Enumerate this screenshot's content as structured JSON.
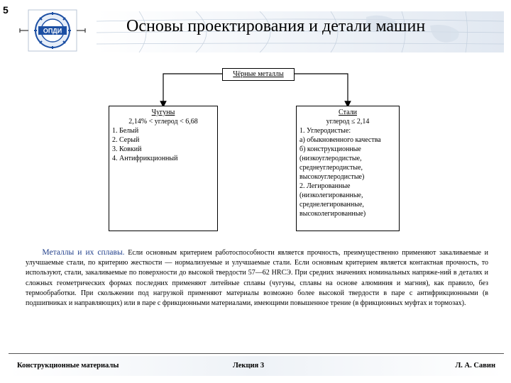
{
  "slide_number": "5",
  "logo": {
    "text": "ОПДИ"
  },
  "title": "Основы проектирования и детали машин",
  "diagram": {
    "root": "Чёрные металлы",
    "left": {
      "title": "Чугуны",
      "condition": "2,14% < углерод < 6,68",
      "items": [
        "1. Белый",
        "2. Серый",
        "3. Ковкий",
        "4. Антифрикционный"
      ]
    },
    "right": {
      "title": "Стали",
      "condition": "углерод ≤ 2,14",
      "lines": [
        "1. Углеродистые:",
        "а) обыкновенного качества",
        "б) конструкционные",
        "(низкоуглеродистые,",
        "среднеуглеродистые,",
        "высокоуглеродистые)",
        "2. Легированные",
        "(низколегированные,",
        "среднелегированные,",
        "высоколегированные)"
      ]
    }
  },
  "paragraph": {
    "lead": "Металлы и их сплавы.",
    "body": " Если основным критерием работоспособности является прочность, преимущественно применяют закаливаемые и улучшаемые стали, по критерию жесткости — нормализуемые и улучшаемые стали. Если основным критерием является контактная прочность, то используют, стали, закаливаемые по поверхности до высокой твердости 57—62 HRCЭ. При средних значениях номинальных напряже-ний в деталях и сложных геометрических формах последних применяют литейные сплавы (чугуны, сплавы на основе алюминия и магния), как правило, без термообработки. При скольжении под нагрузкой применяют материалы возможно более высокой твердости в паре с антифрикционными (в подшипниках и направляющих) или в паре с фрикционными материалами, имеющими повышенное трение (в фрикционных муфтах и тормозах)."
  },
  "footer": {
    "left": "Конструкционные материалы",
    "center": "Лекция 3",
    "right": "Л. А. Савин"
  },
  "colors": {
    "lead_text": "#1f3e8a",
    "logo_blue": "#1c4fa3"
  }
}
